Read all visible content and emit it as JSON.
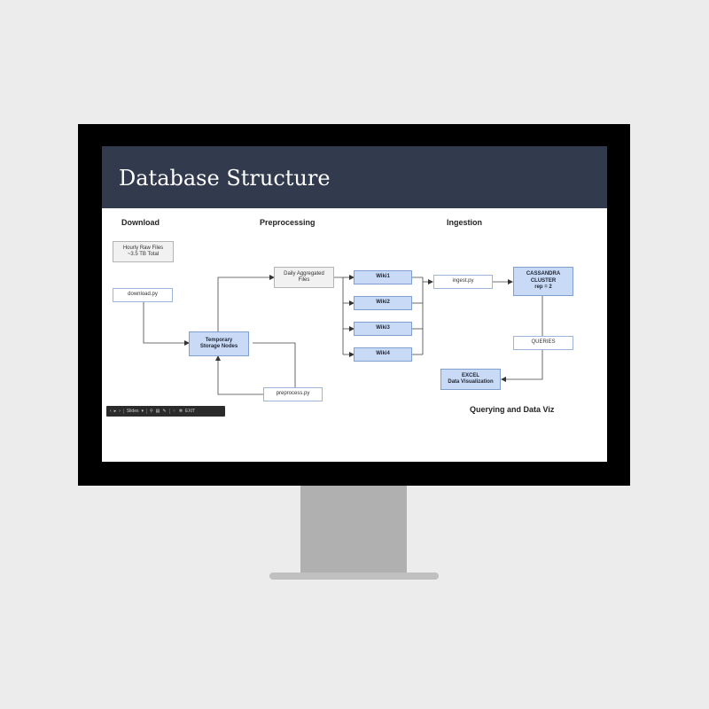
{
  "slide": {
    "title": "Database Structure"
  },
  "sections": {
    "download": "Download",
    "preprocessing": "Preprocessing",
    "ingestion": "Ingestion",
    "querying": "Querying and Data Viz"
  },
  "nodes": {
    "hourly_raw": [
      "Hourly Raw Files",
      "~3.5 TB Total"
    ],
    "download_py": [
      "download.py"
    ],
    "temp_storage": [
      "Temporary",
      "Storage Nodes"
    ],
    "preprocess_py": [
      "preprocess.py"
    ],
    "daily_agg": [
      "Daily Aggregated",
      "Files"
    ],
    "wiki1": [
      "Wiki1"
    ],
    "wiki2": [
      "Wiki2"
    ],
    "wiki3": [
      "Wiki3"
    ],
    "wiki4": [
      "Wiki4"
    ],
    "ingest_py": [
      "ingest.py"
    ],
    "cassandra": [
      "CASSANDRA",
      "CLUSTER",
      "rep = 2"
    ],
    "queries": [
      "QUERIES"
    ],
    "excel": [
      "EXCEL",
      "Data Visualization"
    ]
  },
  "colors": {
    "header": "#323a4d",
    "blue_node": "#c9daf6",
    "blue_border": "#7fa0cf",
    "plain_border": "#9db6d8",
    "bezel": "#000000",
    "background": "#ececec"
  },
  "controls": {
    "prev_icon": "prev-icon",
    "play_icon": "play-icon",
    "next_icon": "next-icon",
    "label": "Slides",
    "exit": "EXIT"
  }
}
